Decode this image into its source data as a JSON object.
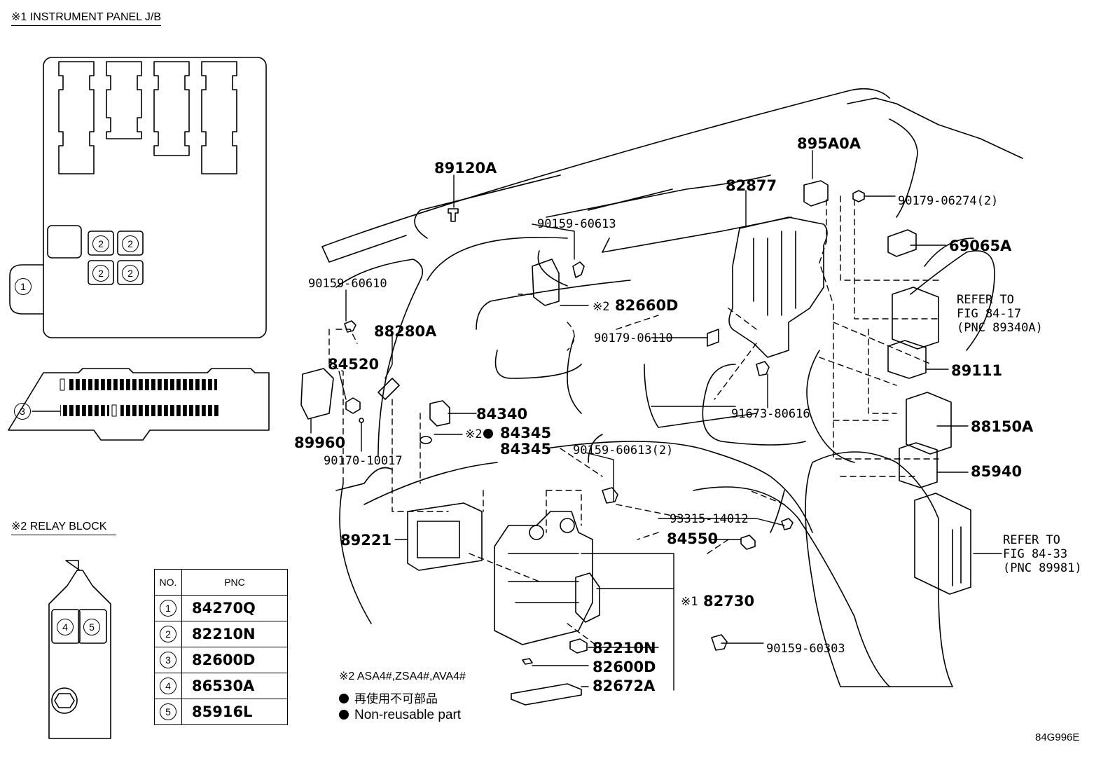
{
  "sections": {
    "instrument_panel_title": "※1 INSTRUMENT PANEL J/B",
    "relay_block_title": "※2 RELAY BLOCK"
  },
  "pnc_table": {
    "header_no": "NO.",
    "header_pnc": "PNC",
    "rows": [
      {
        "no": "1",
        "pnc": "84270Q"
      },
      {
        "no": "2",
        "pnc": "82210N"
      },
      {
        "no": "3",
        "pnc": "82600D"
      },
      {
        "no": "4",
        "pnc": "86530A"
      },
      {
        "no": "5",
        "pnc": "85916L"
      }
    ]
  },
  "jb_callouts": {
    "c1": "1",
    "c2": "2",
    "c3": "3",
    "c4": "4",
    "c5": "5"
  },
  "part_labels": {
    "p89120A": "89120A",
    "p895A0A": "895A0A",
    "p82877": "82877",
    "p90179_06274": "90179-06274(2)",
    "p69065A": "69065A",
    "p90159_60613a": "90159-60613",
    "p90159_60610": "90159-60610",
    "p82660D_mark": "※2",
    "p82660D": "82660D",
    "p88280A": "88280A",
    "p90179_06110": "90179-06110",
    "p84520": "84520",
    "p89111": "89111",
    "p91673_80616": "91673-80616",
    "p84340": "84340",
    "p84345a_mark": "※2",
    "p84345a": "84345",
    "p84345b": "84345",
    "p88150A": "88150A",
    "p89960": "89960",
    "p90170_10017": "90170-10017",
    "p90159_60613b": "90159-60613(2)",
    "p85940": "85940",
    "p93315_14012": "93315-14012",
    "p89221": "89221",
    "p84550": "84550",
    "p82730_mark": "※1",
    "p82730": "82730",
    "p82210N": "82210N",
    "p90159_60303": "90159-60303",
    "p82600D": "82600D",
    "p82672A": "82672A"
  },
  "refer_1": {
    "line1": "REFER TO",
    "line2": "FIG 84-17",
    "line3": "(PNC 89340A)"
  },
  "refer_2": {
    "line1": "REFER TO",
    "line2": "FIG 84-33",
    "line3": "(PNC 89981)"
  },
  "notes": {
    "applicability": "※2 ASA4#,ZSA4#,AVA4#",
    "non_reusable_jp": "再使用不可部品",
    "non_reusable_en": "Non-reusable part"
  },
  "diagram_code": "84G996E"
}
